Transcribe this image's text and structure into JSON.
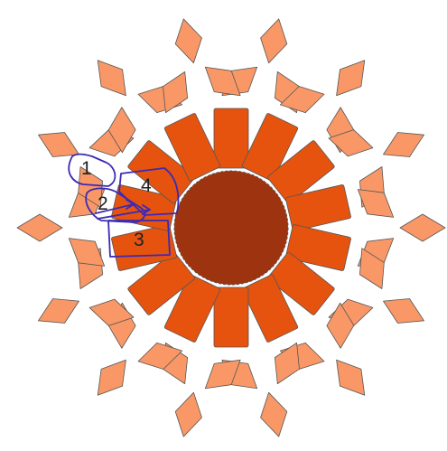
{
  "colors": {
    "center": "#9e3310",
    "rectangle": "#e5530f",
    "diamond": "#f99866",
    "outline": "#555555",
    "annotation": "#3b2ab5",
    "background": "#ffffff"
  },
  "structure": {
    "rectangle_count": 14,
    "diamonds_per_cluster": 3,
    "cluster_count": 14
  },
  "annotations": {
    "label_1": "1",
    "label_2": "2",
    "label_3": "3",
    "label_4": "4"
  }
}
